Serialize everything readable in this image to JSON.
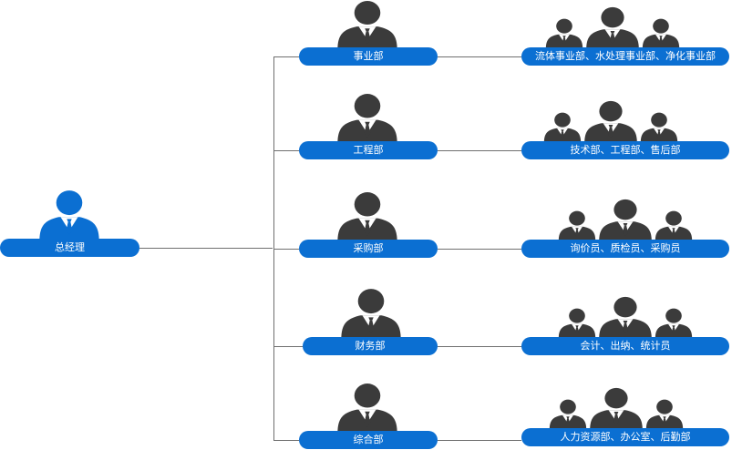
{
  "colors": {
    "label_blue": "#0b6fd2",
    "gm_figure": "#0b6fd2",
    "dept_figure": "#3b3b3b",
    "connector": "#6f6f6f"
  },
  "general_manager": {
    "label": "总经理",
    "icon": "person-blue-icon"
  },
  "departments": [
    {
      "label": "事业部",
      "sub_label": "流体事业部、水处理事业部、净化事业部"
    },
    {
      "label": "工程部",
      "sub_label": "技术部、工程部、售后部"
    },
    {
      "label": "采购部",
      "sub_label": "询价员、质检员、采购员"
    },
    {
      "label": "财务部",
      "sub_label": "会计、出纳、统计员"
    },
    {
      "label": "综合部",
      "sub_label": "人力资源部、办公室、后勤部"
    }
  ]
}
